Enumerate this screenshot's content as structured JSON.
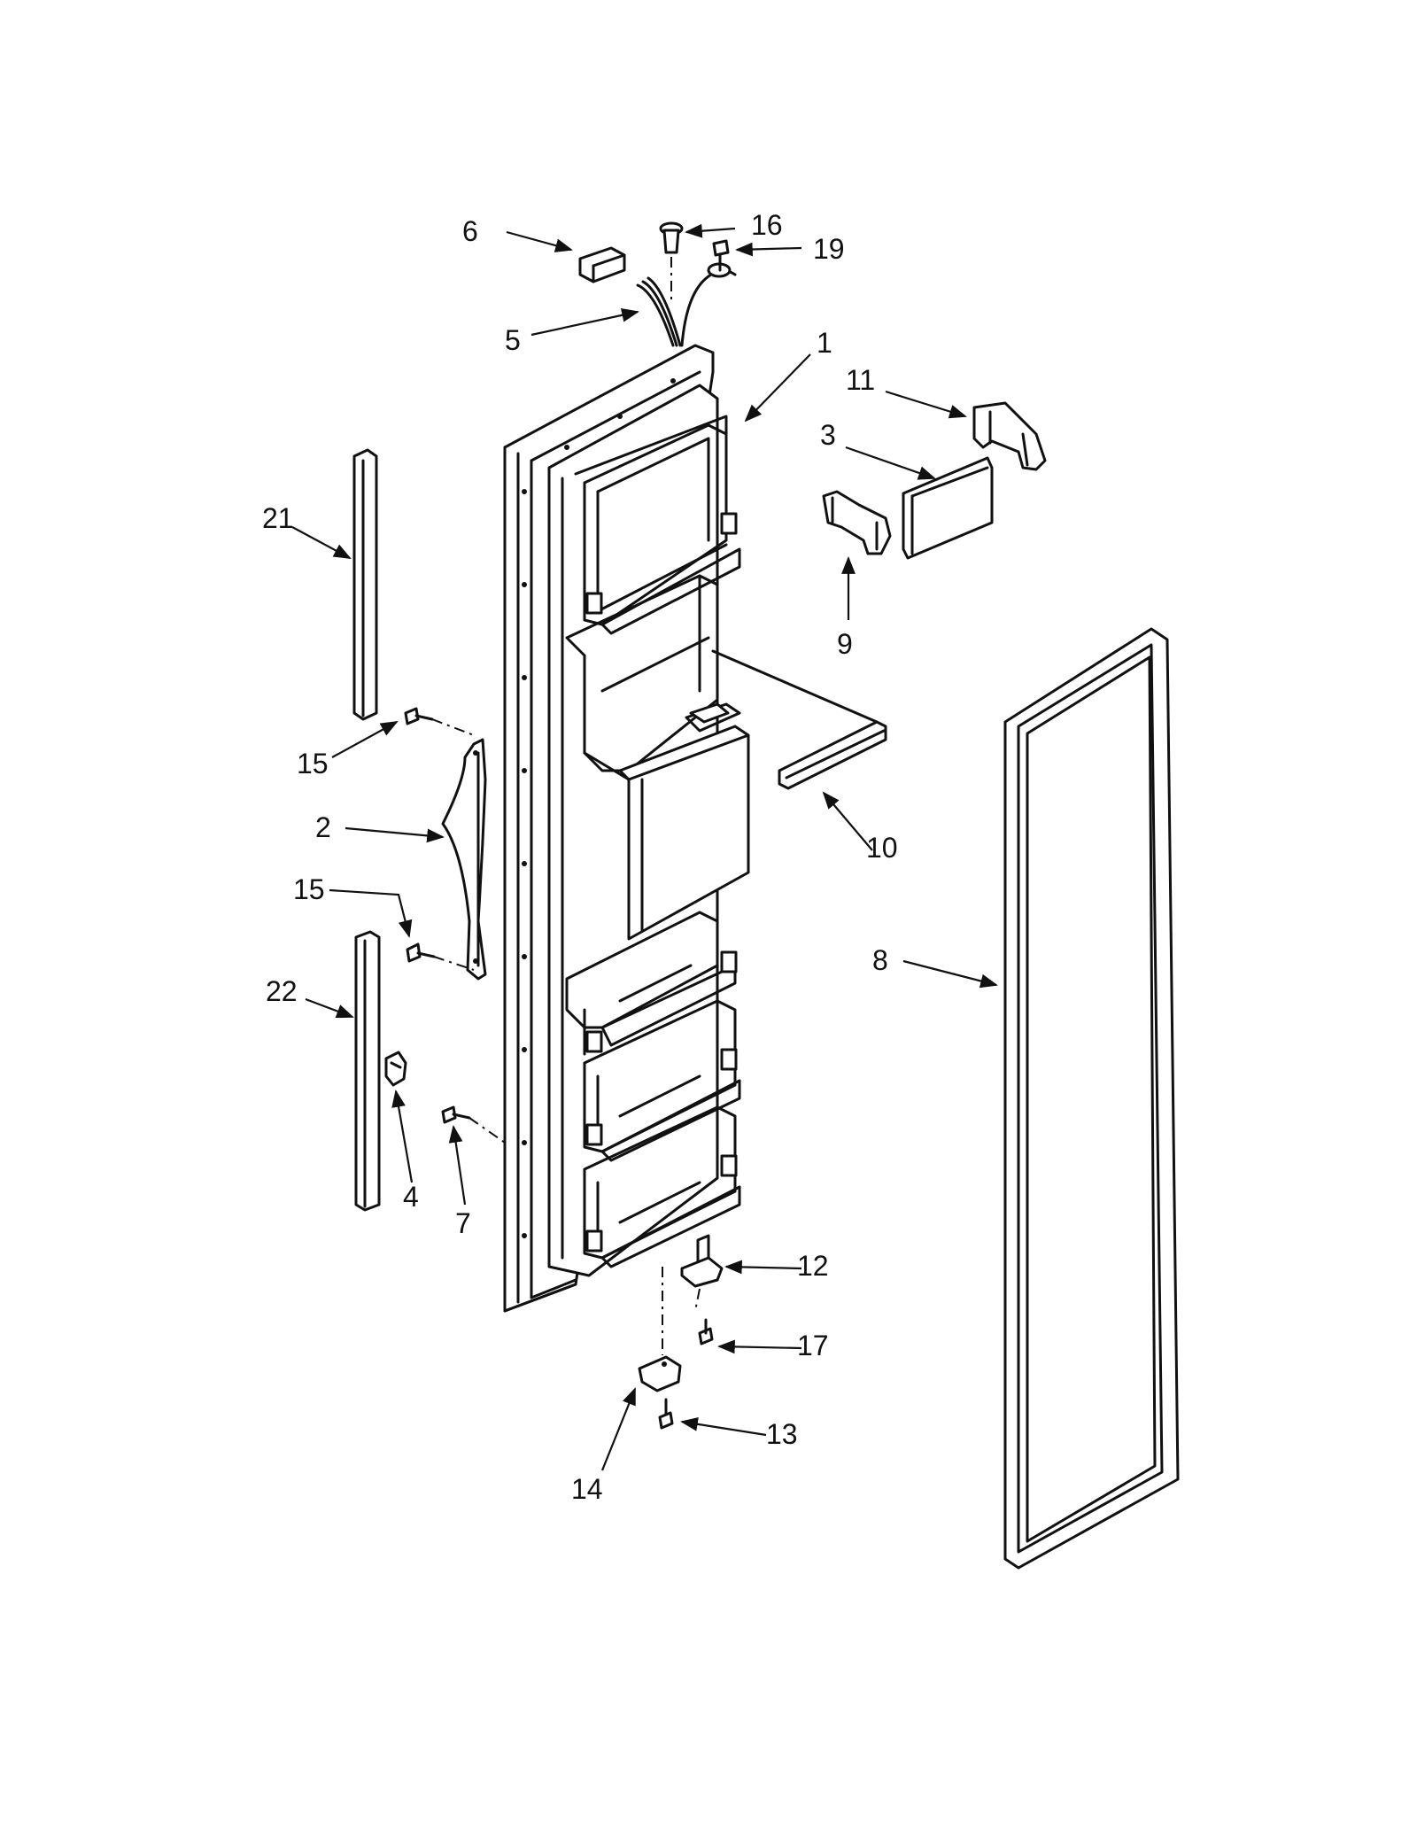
{
  "callouts": [
    {
      "id": "1",
      "text": "1"
    },
    {
      "id": "2",
      "text": "2"
    },
    {
      "id": "3",
      "text": "3"
    },
    {
      "id": "4",
      "text": "4"
    },
    {
      "id": "5",
      "text": "5"
    },
    {
      "id": "6",
      "text": "6"
    },
    {
      "id": "7",
      "text": "7"
    },
    {
      "id": "8",
      "text": "8"
    },
    {
      "id": "9",
      "text": "9"
    },
    {
      "id": "10",
      "text": "10"
    },
    {
      "id": "11",
      "text": "11"
    },
    {
      "id": "12",
      "text": "12"
    },
    {
      "id": "13",
      "text": "13"
    },
    {
      "id": "14",
      "text": "14"
    },
    {
      "id": "15a",
      "text": "15"
    },
    {
      "id": "15b",
      "text": "15"
    },
    {
      "id": "16",
      "text": "16"
    },
    {
      "id": "17",
      "text": "17"
    },
    {
      "id": "19",
      "text": "19"
    },
    {
      "id": "21",
      "text": "21"
    },
    {
      "id": "22",
      "text": "22"
    }
  ]
}
